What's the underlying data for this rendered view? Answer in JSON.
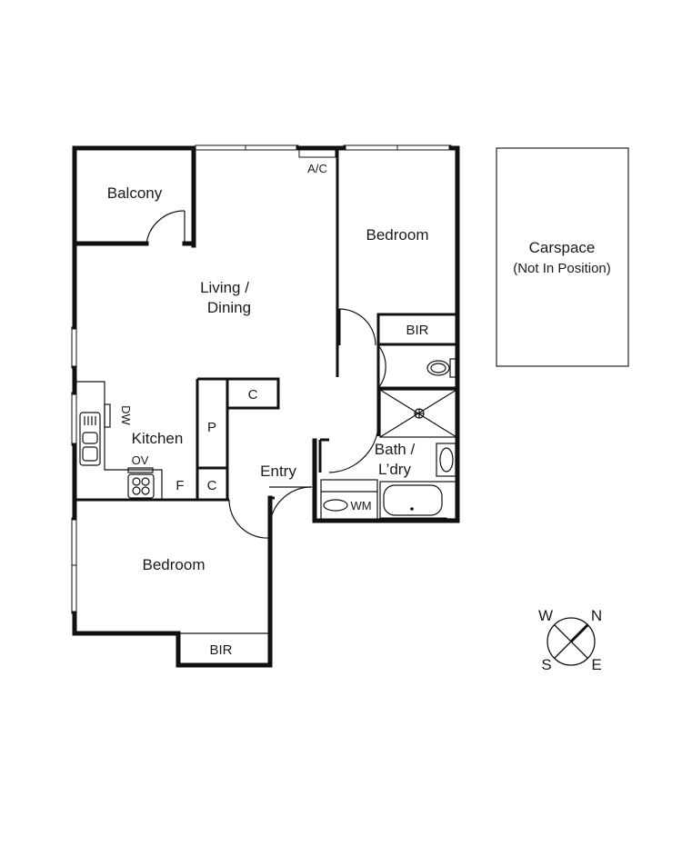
{
  "floorplan": {
    "rooms": [
      {
        "id": "balcony",
        "label": "Balcony"
      },
      {
        "id": "living",
        "label_line1": "Living /",
        "label_line2": "Dining"
      },
      {
        "id": "bedroom1",
        "label": "Bedroom"
      },
      {
        "id": "bedroom2",
        "label": "Bedroom"
      },
      {
        "id": "kitchen",
        "label": "Kitchen"
      },
      {
        "id": "entry",
        "label": "Entry"
      },
      {
        "id": "bath",
        "label_line1": "Bath /",
        "label_line2": "L’dry"
      }
    ],
    "fixtures": {
      "ac": "A/C",
      "bir1": "BIR",
      "bir2": "BIR",
      "dw": "DW",
      "ov": "OV",
      "fridge": "F",
      "pantry": "P",
      "cupboard1": "C",
      "cupboard2": "C",
      "wm": "WM"
    },
    "carspace": {
      "line1": "Carspace",
      "line2": "(Not In Position)"
    },
    "compass": {
      "n": "N",
      "e": "E",
      "s": "S",
      "w": "W"
    }
  }
}
